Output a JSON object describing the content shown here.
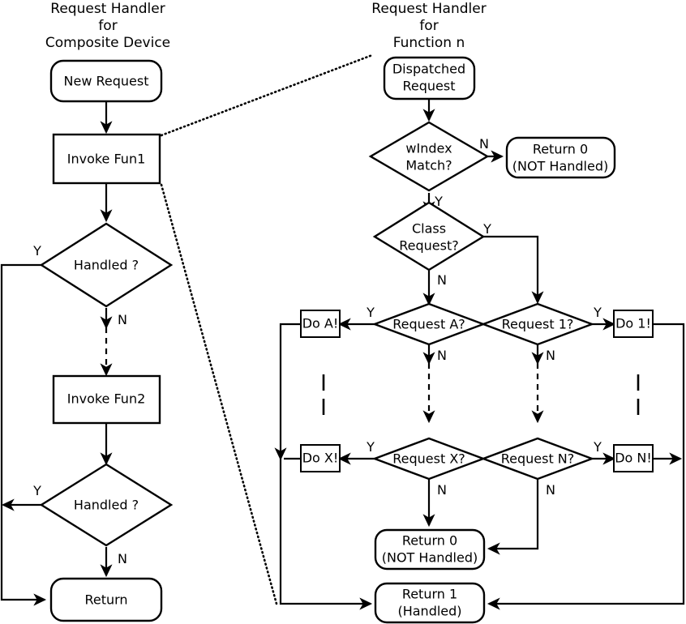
{
  "titles": {
    "left": [
      "Request Handler",
      "for",
      "Composite Device"
    ],
    "right": [
      "Request Handler",
      "for",
      "Function n"
    ]
  },
  "left_flow": {
    "new_request": "New Request",
    "invoke_fun1": "Invoke Fun1",
    "handled_1": "Handled ?",
    "invoke_fun2": "Invoke Fun2",
    "handled_2": "Handled ?",
    "return": "Return",
    "labels": {
      "yes": "Y",
      "no": "N"
    }
  },
  "right_flow": {
    "dispatched_request": [
      "Dispatched",
      "Request"
    ],
    "windex_match": [
      "wIndex",
      "Match?"
    ],
    "return0_top": [
      "Return 0",
      "(NOT Handled)"
    ],
    "class_request": [
      "Class",
      "Request?"
    ],
    "request_a": "Request A?",
    "request_1": "Request 1?",
    "request_x": "Request X?",
    "request_n": "Request N?",
    "do_a": "Do A!",
    "do_1": "Do 1!",
    "do_x": "Do X!",
    "do_n": "Do N!",
    "return0_bottom": [
      "Return 0",
      "(NOT Handled)"
    ],
    "return1_bottom": [
      "Return 1",
      "(Handled)"
    ],
    "labels": {
      "yes": "Y",
      "no": "N"
    }
  },
  "colors": {
    "stroke": "#000000",
    "fill": "#ffffff",
    "background": "#ffffff"
  }
}
